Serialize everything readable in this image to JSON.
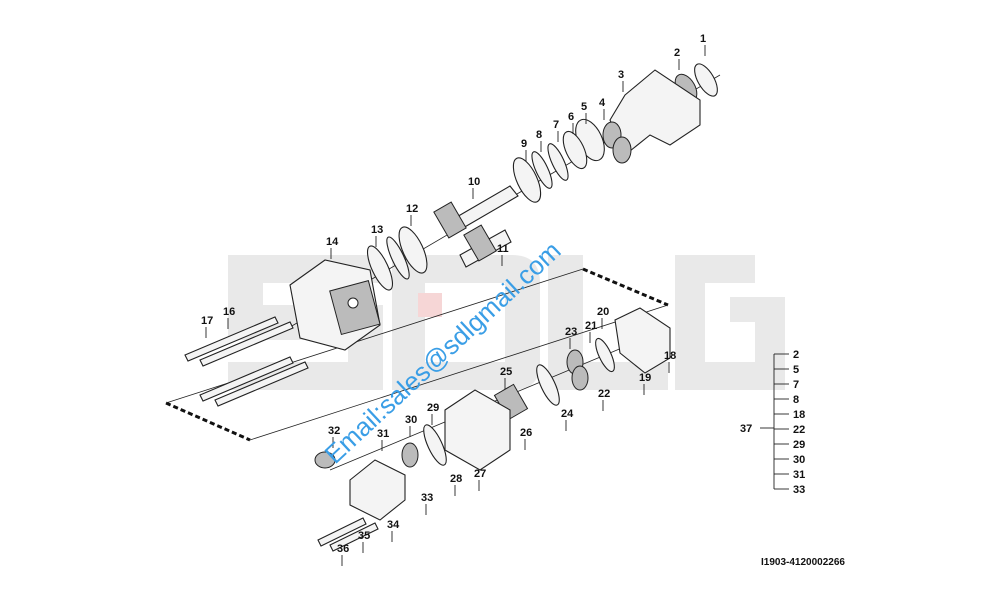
{
  "watermark": {
    "letters": "SDLG",
    "email": "Email:sales@sdlgmail.com",
    "email_color": "#3a9ee6"
  },
  "callouts": [
    "1",
    "2",
    "3",
    "4",
    "5",
    "6",
    "7",
    "8",
    "9",
    "10",
    "11",
    "12",
    "13",
    "14",
    "16",
    "17",
    "18",
    "19",
    "20",
    "21",
    "22",
    "23",
    "24",
    "25",
    "26",
    "27",
    "28",
    "29",
    "30",
    "31",
    "32",
    "33",
    "34",
    "35",
    "36"
  ],
  "kit": {
    "label": "37",
    "items": [
      "2",
      "5",
      "7",
      "8",
      "18",
      "22",
      "29",
      "30",
      "31",
      "33"
    ]
  },
  "drawing_code": "I1903-4120002266"
}
